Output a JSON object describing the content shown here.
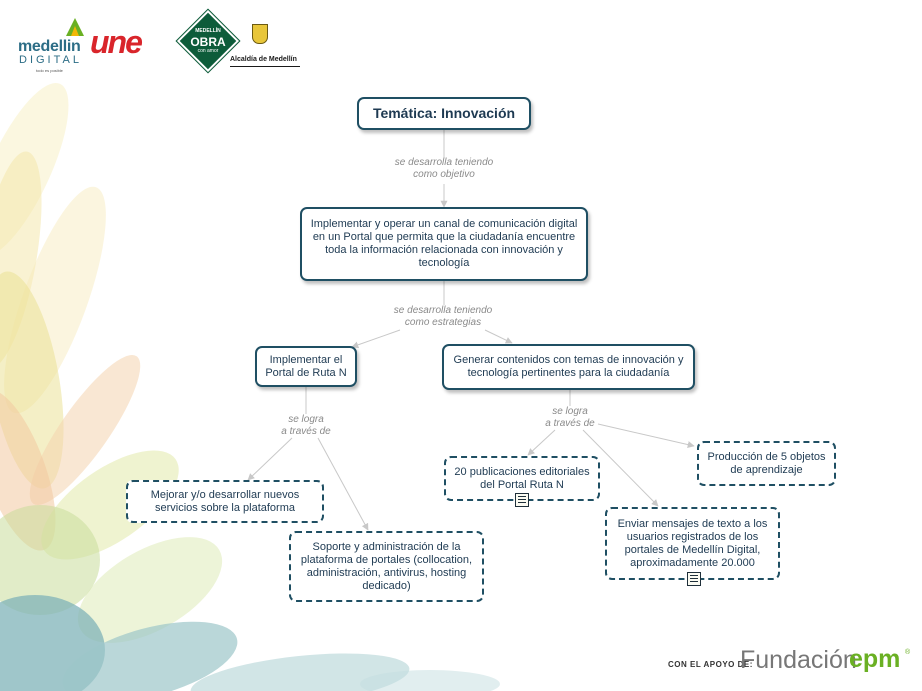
{
  "header": {
    "logo_medellin_digital": {
      "line1": "medellin",
      "line2": "DIGITAL",
      "tagline": "todo es posible"
    },
    "logo_une": {
      "text": "une"
    },
    "logo_obra": {
      "line1": "MEDELLÍN",
      "line2": "OBRA",
      "line3": "con amor"
    },
    "logo_alcaldia": {
      "text": "Alcaldía de Medellín"
    }
  },
  "concept_map": {
    "title": "Temática: Innovación",
    "phrase_objective": [
      "se desarrolla teniendo",
      "como objetivo"
    ],
    "objective": "Implementar y operar un canal de comunicación digital en un Portal que permita que la ciudadanía encuentre toda la información relacionada con innovación y tecnología",
    "phrase_strategies": [
      "se desarrolla teniendo",
      "como estrategias"
    ],
    "strategy_1": {
      "label": "Implementar el Portal de Ruta N",
      "phrase": [
        "se logra",
        "a través de"
      ],
      "actions": [
        "Mejorar y/o desarrollar nuevos servicios sobre la plataforma",
        "Soporte y administración de la plataforma de portales (collocation, administración, antivirus, hosting dedicado)"
      ]
    },
    "strategy_2": {
      "label": "Generar contenidos con temas de innovación y tecnología pertinentes para la ciudadanía",
      "phrase": [
        "se logra",
        "a través de"
      ],
      "actions": [
        "20 publicaciones editoriales del Portal Ruta N",
        "Enviar mensajes de texto a los usuarios registrados de los portales de Medellín Digital, aproximadamente 20.000",
        "Producción de 5 objetos de aprendizaje"
      ]
    }
  },
  "footer": {
    "label": "CON EL APOYO DE:",
    "brand_1": "Fundación",
    "brand_2": "epm",
    "reg": "®"
  },
  "colors": {
    "node_border": "#1f4f63",
    "node_text": "#1e3a52",
    "phrase_text": "#8a8a8a",
    "une_red": "#d9252b",
    "epm_green": "#6ab023"
  }
}
